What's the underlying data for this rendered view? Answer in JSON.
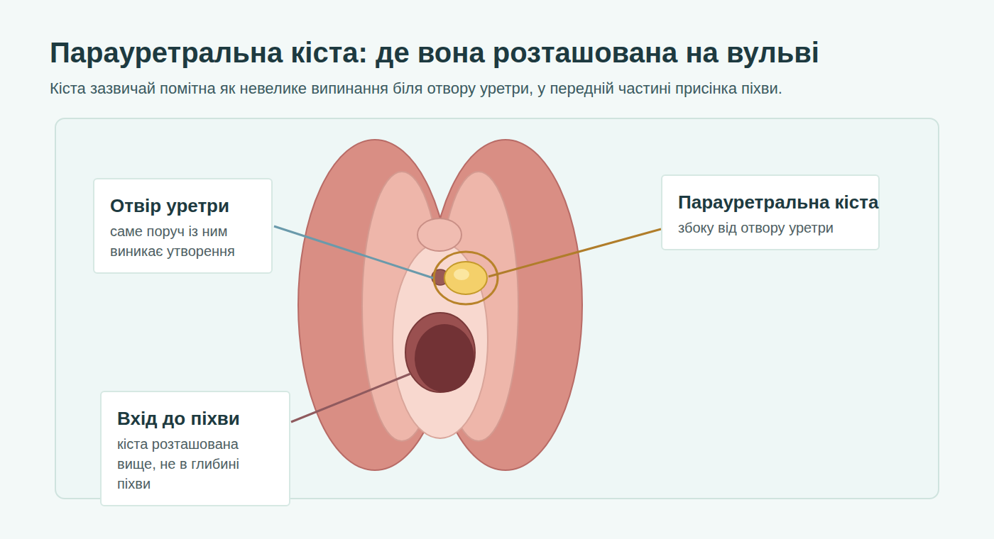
{
  "diagram": {
    "title": "Парауретральна кіста: де вона розташована на вульві",
    "caption": "Кіста зазвичай помітна як невелике випинання біля отвору уретри, у передній частині присінка піхви.",
    "nodes": [
      {
        "text": [
          "Отвір уретри",
          "саме поруч із ним виникає утворення"
        ]
      },
      {
        "text": [
          "Парауретральна кіста",
          "збоку від отвору уретри"
        ]
      },
      {
        "text": [
          "Вхід до піхви",
          "кіста розташована вище, не в глибині піхви"
        ]
      }
    ]
  }
}
